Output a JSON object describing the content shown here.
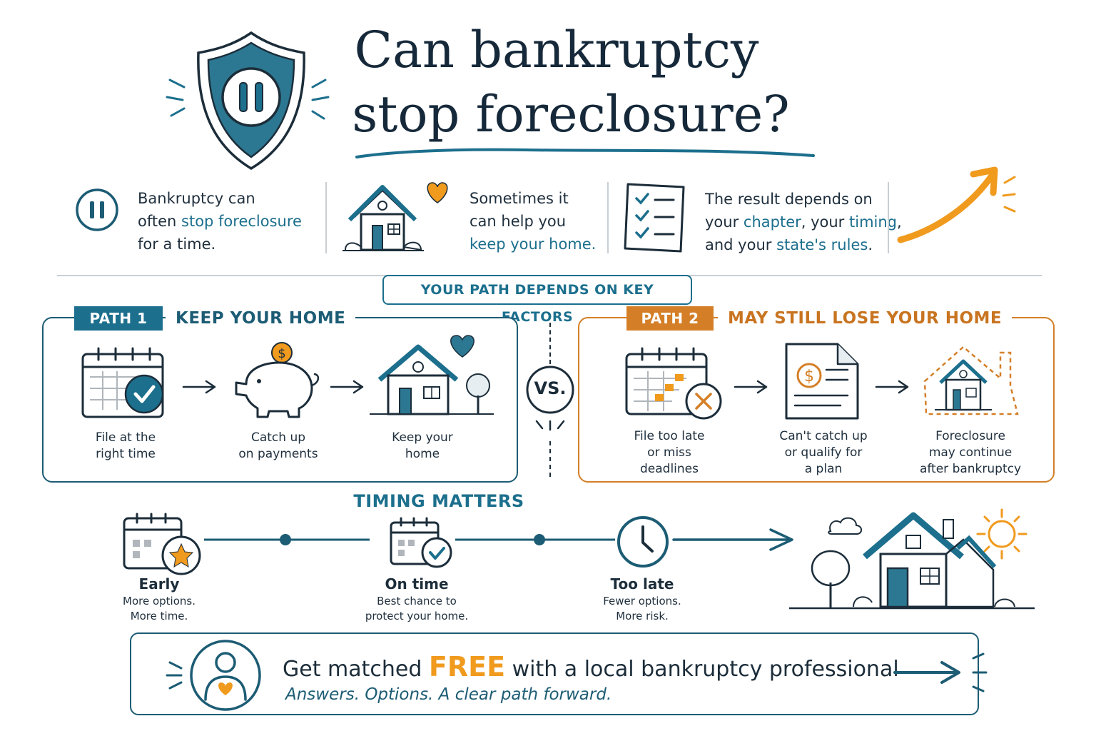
{
  "title": {
    "line1": "Can bankruptcy",
    "line2": "stop foreclosure?"
  },
  "intro": {
    "item1": {
      "pre": "Bankruptcy can",
      "mid_pre": "often ",
      "mid_hl": "stop foreclosure",
      "post": "for a time.",
      "icon": "pause-icon"
    },
    "item2": {
      "line1": "Sometimes it",
      "line2": "can help you",
      "hl": "keep your home.",
      "icon": "house-heart-icon"
    },
    "item3": {
      "line1": "The result depends on",
      "l2_pre": "your ",
      "l2_hl1": "chapter",
      "l2_mid": ", your ",
      "l2_hl2": "timing",
      "l2_post": ",",
      "l3_pre": "and your ",
      "l3_hl": "state's rules",
      "l3_post": ".",
      "icon": "checklist-icon"
    }
  },
  "key_factors": "YOUR PATH DEPENDS ON KEY FACTORS",
  "path1": {
    "tag": "PATH 1",
    "title": "KEEP YOUR HOME",
    "steps": [
      {
        "label": "File at the\nright time",
        "icon": "calendar-check-icon"
      },
      {
        "label": "Catch up\non payments",
        "icon": "piggy-bank-icon"
      },
      {
        "label": "Keep your\nhome",
        "icon": "house-heart-icon"
      }
    ]
  },
  "vs": "VS.",
  "path2": {
    "tag": "PATH 2",
    "title": "MAY STILL LOSE YOUR HOME",
    "steps": [
      {
        "label": "File too late\nor miss\ndeadlines",
        "icon": "calendar-x-icon"
      },
      {
        "label": "Can't catch up\nor qualify for\na plan",
        "icon": "bill-document-icon"
      },
      {
        "label": "Foreclosure\nmay continue\nafter bankruptcy",
        "icon": "house-outline-icon"
      }
    ]
  },
  "timing": {
    "title": "TIMING MATTERS",
    "stages": [
      {
        "head": "Early",
        "sub": "More options.\nMore time.",
        "icon": "calendar-star-icon"
      },
      {
        "head": "On time",
        "sub": "Best chance to\nprotect your home.",
        "icon": "calendar-check-icon"
      },
      {
        "head": "Too late",
        "sub": "Fewer options.\nMore risk.",
        "icon": "clock-icon"
      }
    ]
  },
  "cta": {
    "pre": "Get matched ",
    "free": "FREE",
    "post": " with a local bankruptcy professional",
    "sub": "Answers. Options. A clear path forward."
  },
  "colors": {
    "teal": "#1c6f8d",
    "dark_teal": "#1c5c74",
    "orange": "#f09a1e",
    "dark_orange": "#d47f27",
    "ink": "#1c2d3a"
  }
}
